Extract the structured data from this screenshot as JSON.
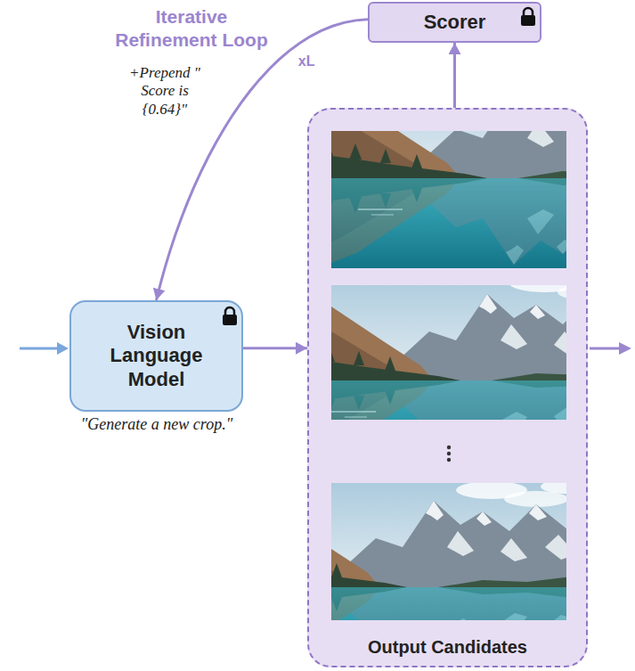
{
  "diagram": {
    "nodes": [
      {
        "text": [
          "Scorer"
        ]
      },
      {
        "text": [
          "Vision Language Model"
        ]
      },
      {
        "text": [
          "Output Candidates"
        ]
      }
    ],
    "edges": [
      {
        "from": 2,
        "to": 0,
        "arrow": "to"
      },
      {
        "from": 0,
        "to": 1,
        "arrow": "to",
        "label": "xL"
      },
      {
        "from": 1,
        "to": 2,
        "arrow": "to"
      }
    ],
    "labels": [
      "Iterative Refinement Loop",
      "+Prepend \" Score is {0.64}\"",
      "\"Generate a new crop.\""
    ]
  }
}
